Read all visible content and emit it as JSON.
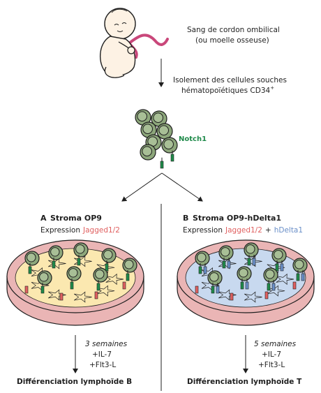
{
  "source": {
    "line1": "Sang de cordon ombilical",
    "line2": "(ou moelle osseuse)"
  },
  "isolation": {
    "line1": "Isolement des cellules souches",
    "line2": "hématopoïétiques CD34",
    "sup": "+"
  },
  "notch": {
    "label": "Notch1"
  },
  "panel_a": {
    "letter": "A",
    "title": "Stroma OP9",
    "expr_prefix": "Expression",
    "ligand": "Jagged1/2",
    "duration": "3 semaines",
    "factor1": "+IL-7",
    "factor2": "+Flt3-L",
    "result": "Différenciation lymphoïde B"
  },
  "panel_b": {
    "letter": "B",
    "title": "Stroma OP9-hDelta1",
    "expr_prefix": "Expression",
    "ligand": "Jagged1/2",
    "plus": "+",
    "ligand2": "hDelta1",
    "duration": "5 semaines",
    "factor1": "+IL-7",
    "factor2": "+Flt3-L",
    "result": "Différenciation lymphoïde T"
  },
  "colors": {
    "cell_fill": "#8da77b",
    "cell_nucleus": "#a8bf96",
    "notch_green": "#1f8a4a",
    "jagged_red": "#e06060",
    "delta_blue": "#6a8fc8",
    "stroma_yellow": "#fbe8b0",
    "stroma_blue": "#c8d9ef",
    "dish_pink": "#eab5b5"
  }
}
